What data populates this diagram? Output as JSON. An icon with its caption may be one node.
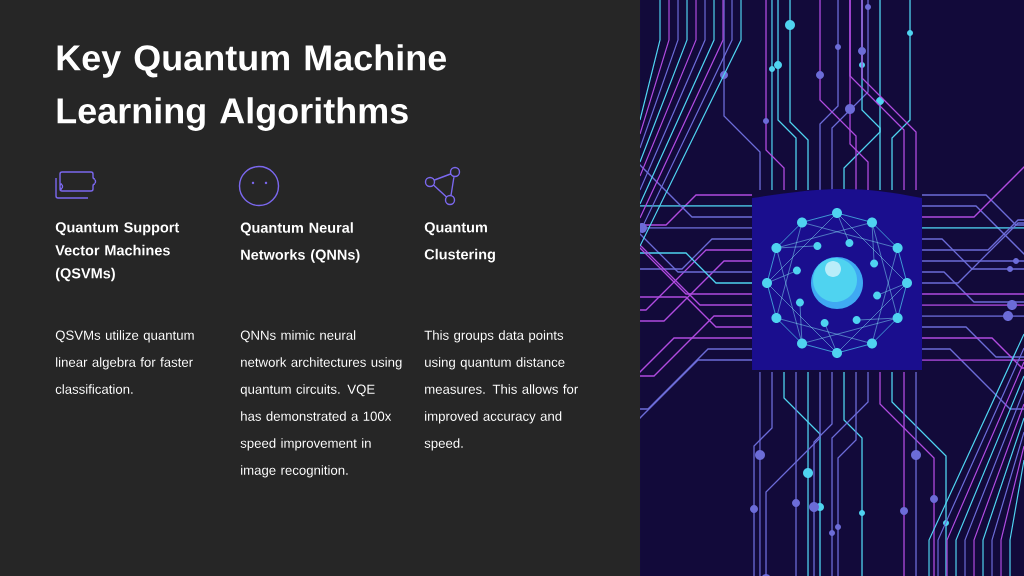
{
  "diagram": {
    "title": "Key Quantum Machine Learning Algorithms",
    "labels": [
      "Quantum Support Vector Machines (QSVMs)",
      "Quantum Neural Networks (QNNs)",
      "Quantum Clustering",
      "QSVMs utilize quantum linear algebra for faster classification.",
      "QNNs mimic neural network architectures using quantum circuits. VQE has demonstrated a 100x speed improvement in image recognition.",
      "This groups data points using quantum distance measures. This allows for improved accuracy and speed."
    ]
  }
}
